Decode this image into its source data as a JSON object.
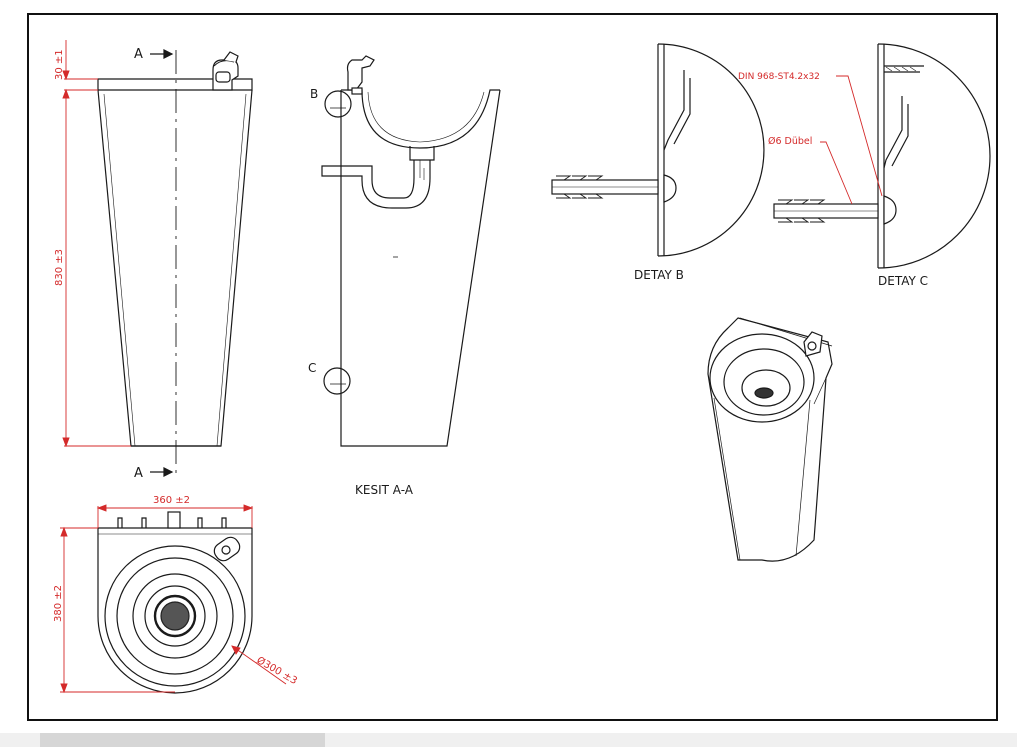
{
  "colors": {
    "line": "#1a1a1a",
    "dimension": "#d42a2a",
    "frame": "#111111"
  },
  "section_marks": {
    "top": "A",
    "bottom": "A"
  },
  "front_dims": {
    "top_height": "30 ±1",
    "body_height": "830 ±3"
  },
  "top_dims": {
    "width": "360 ±2",
    "depth": "380 ±2",
    "diameter": "Ø300 ±3"
  },
  "section_view": {
    "detail_b": "B",
    "detail_c": "C",
    "caption": "KESIT A-A",
    "mark": "-"
  },
  "detail_b": {
    "caption": "DETAY B"
  },
  "detail_c": {
    "caption": "DETAY C",
    "screw_label": "DIN 968-ST4.2x32",
    "dowel_label": "Ø6 Dübel"
  }
}
